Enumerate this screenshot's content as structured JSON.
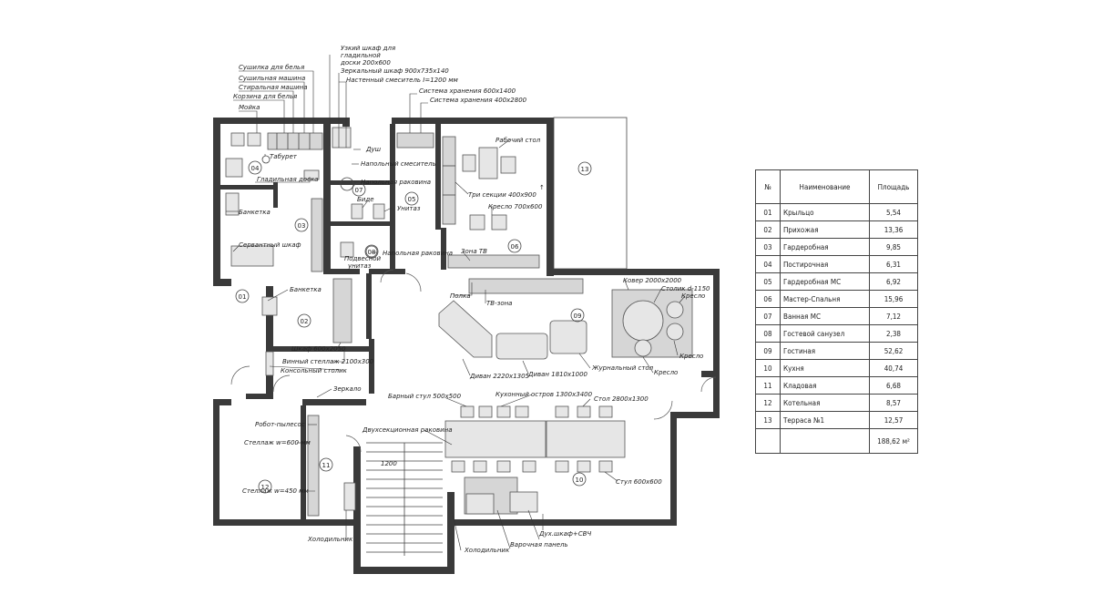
{
  "rooms": [
    {
      "num": "01",
      "name": "Крыльцо",
      "area": "5,54"
    },
    {
      "num": "02",
      "name": "Прихожая",
      "area": "13,36"
    },
    {
      "num": "03",
      "name": "Гардеробная",
      "area": "9,85"
    },
    {
      "num": "04",
      "name": "Постирочная",
      "area": "6,31"
    },
    {
      "num": "05",
      "name": "Гардеробная МС",
      "area": "6,92"
    },
    {
      "num": "06",
      "name": "Мастер-Спальня",
      "area": "15,96"
    },
    {
      "num": "07",
      "name": "Ванная МС",
      "area": "7,12"
    },
    {
      "num": "08",
      "name": "Гостевой санузел",
      "area": "2,38"
    },
    {
      "num": "09",
      "name": "Гостиная",
      "area": "52,62"
    },
    {
      "num": "10",
      "name": "Кухня",
      "area": "40,74"
    },
    {
      "num": "11",
      "name": "Кладовая",
      "area": "6,68"
    },
    {
      "num": "12",
      "name": "Котельная",
      "area": "8,57"
    },
    {
      "num": "13",
      "name": "Терраса №1",
      "area": "12,57"
    }
  ],
  "table": {
    "head_num": "№",
    "head_name": "Наименование",
    "head_area": "Площадь",
    "total": "188,62 м²"
  },
  "labels": {
    "sushilka": "Сушилка для белья",
    "sush_mash": "Сушильная машина",
    "stir_mash": "Стиральная машина",
    "korzina": "Корзина для белья",
    "moika": "Мойка",
    "taburet": "Табурет",
    "glad_doska": "Гладильная доска",
    "uzk_shkaf1": "Узкий шкаф для",
    "uzk_shkaf2": "гладильной",
    "uzk_shkaf3": "доски 200х600",
    "zerk_shkaf": "Зеркальный шкаф 900х735х140",
    "nast_smes": "Настенный смеситель I=1200 мм",
    "sist_hran1": "Система хранения 600х1400",
    "sist_hran2": "Система хранения 400х2800",
    "dush": "Душ",
    "napol_smes": "Напольный смеситель",
    "napol_rak": "Напольная раковина",
    "bide": "Биде",
    "unitaz": "Унитаз",
    "rab_stol": "Рабочий стол",
    "tri_sekcii": "Три секции 400х900",
    "kreslo700": "Кресло 700х600",
    "banketka1": "Банкетка",
    "serv_shkaf": "Сервантный шкаф",
    "napol_rak2": "Напольная раковина",
    "podves1": "Подвесной",
    "podves2": "унитаз",
    "zona_tv": "Зона ТВ",
    "polka": "Полка",
    "tv_zona": "ТВ-зона",
    "kover": "Ковер 2000х2000",
    "stolik": "Столик d-1150",
    "kreslo_a": "Кресло",
    "kreslo_b": "Кресло",
    "banketka2": "Банкетка",
    "shkaf600": "Шкаф 600х2050",
    "vin_stell": "Винный стеллаж 2100х300",
    "kons_stol": "Консольный столик",
    "divan2220": "Диван 2220х1305",
    "divan1810": "Диван 1810х1000",
    "zhurn_stol": "Журнальный стол",
    "zerkalo": "Зеркало",
    "bar_stul": "Барный стул 500х500",
    "kuh_ostrov": "Кухонный остров 1300х3400",
    "stol2800": "Стол 2800х1300",
    "robot": "Робот-пылесос",
    "dvuh_rak": "Двухсекционная раковина",
    "stell600": "Стеллаж w=600 мм",
    "stell450": "Стеллаж w=450 мм",
    "stul600": "Стул 600х600",
    "holod1": "Холодильник",
    "holod2": "Холодильник",
    "var_pan": "Варочная панель",
    "duh_shkaf": "Дух.шкаф+СВЧ",
    "r01": "01",
    "r02": "02",
    "r03": "03",
    "r04": "04",
    "r05": "05",
    "r06": "06",
    "r07": "07",
    "r08": "08",
    "r09": "09",
    "r10": "10",
    "r11": "11",
    "r12": "12",
    "r13": "13",
    "up": "↑",
    "dim1200": "1200"
  }
}
